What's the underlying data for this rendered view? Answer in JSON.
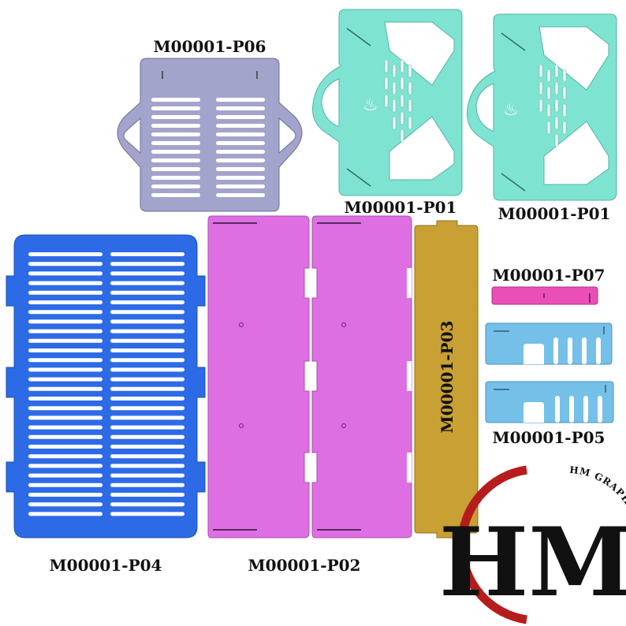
{
  "labels": {
    "p06": "M00001-P06",
    "p01a": "M00001-P01",
    "p01b": "M00001-P01",
    "p07": "M00001-P07",
    "p03": "M00001-P03",
    "p05": "M00001-P05",
    "p04": "M00001-P04",
    "p02": "M00001-P02"
  },
  "logo": {
    "monogram": "HM",
    "tagline": "HM GRAPHIC DESIGNER"
  },
  "colors": {
    "p06": "#a3a4cc",
    "p01": "#7fe3d2",
    "p04": "#2d6ae6",
    "p02": "#de6fe3",
    "p03": "#c9a033",
    "p07": "#ea4fb8",
    "p05": "#74c0e8",
    "logo_red": "#b71c1c",
    "logo_black": "#111111",
    "outline": "#7a7a7a"
  }
}
